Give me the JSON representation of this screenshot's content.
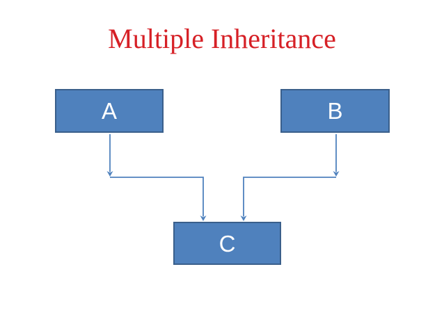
{
  "slide": {
    "title": "Multiple Inheritance"
  },
  "diagram": {
    "type": "inheritance-diagram",
    "nodes": [
      {
        "id": "A",
        "label": "A",
        "role": "parent-class"
      },
      {
        "id": "B",
        "label": "B",
        "role": "parent-class"
      },
      {
        "id": "C",
        "label": "C",
        "role": "derived-class"
      }
    ],
    "edges": [
      {
        "from": "A",
        "to": "C"
      },
      {
        "from": "B",
        "to": "C"
      }
    ],
    "colors": {
      "background": "#ffffff",
      "title_color": "#d62026",
      "node_fill": "#4f81bd",
      "node_border": "#3a5f8b",
      "node_text": "#ffffff",
      "connector": "#4f81bd"
    }
  }
}
